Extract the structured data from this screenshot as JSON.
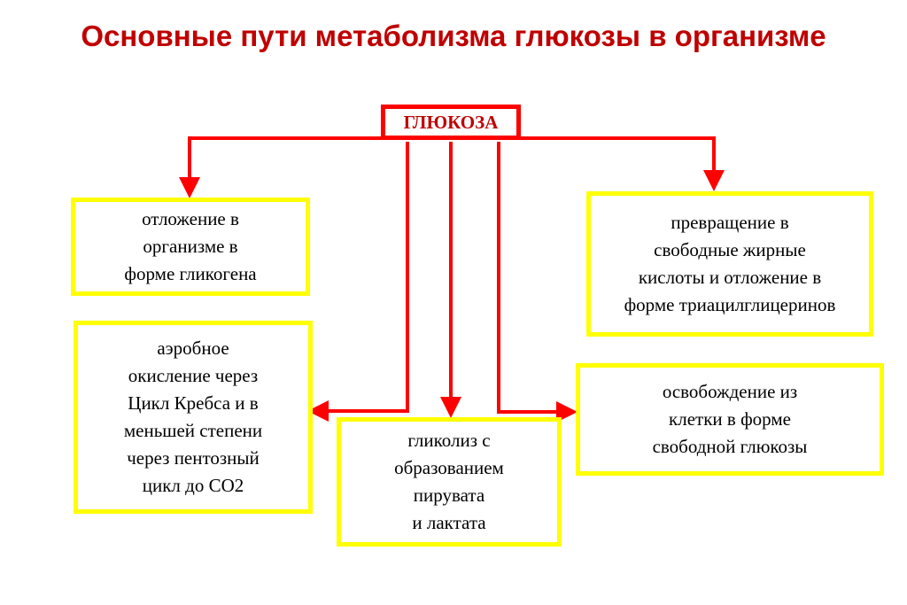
{
  "title": "Основные пути метаболизма глюкозы в организме",
  "colors": {
    "title": "#c00000",
    "root_border": "#ff0000",
    "arrow": "#ff0000",
    "box_border": "#ffff00"
  },
  "root": {
    "label": "ГЛЮКОЗА"
  },
  "boxes": {
    "glycogen": {
      "text": "отложение в\nорганизме в\nформе гликогена"
    },
    "aerobic": {
      "text": "аэробное\nокисление через\nЦикл Кребса и в\nменьшей степени\nчерез пентозный\nцикл до СО2"
    },
    "glycolysis": {
      "text": "гликолиз с\nобразованием\nпирувата\nи лактата"
    },
    "fatty": {
      "text": "превращение в\nсвободные жирные\nкислоты и отложение в\nформе триацилглицеринов"
    },
    "free": {
      "text": "освобождение из\nклетки в форме\nсвободной глюкозы"
    }
  }
}
